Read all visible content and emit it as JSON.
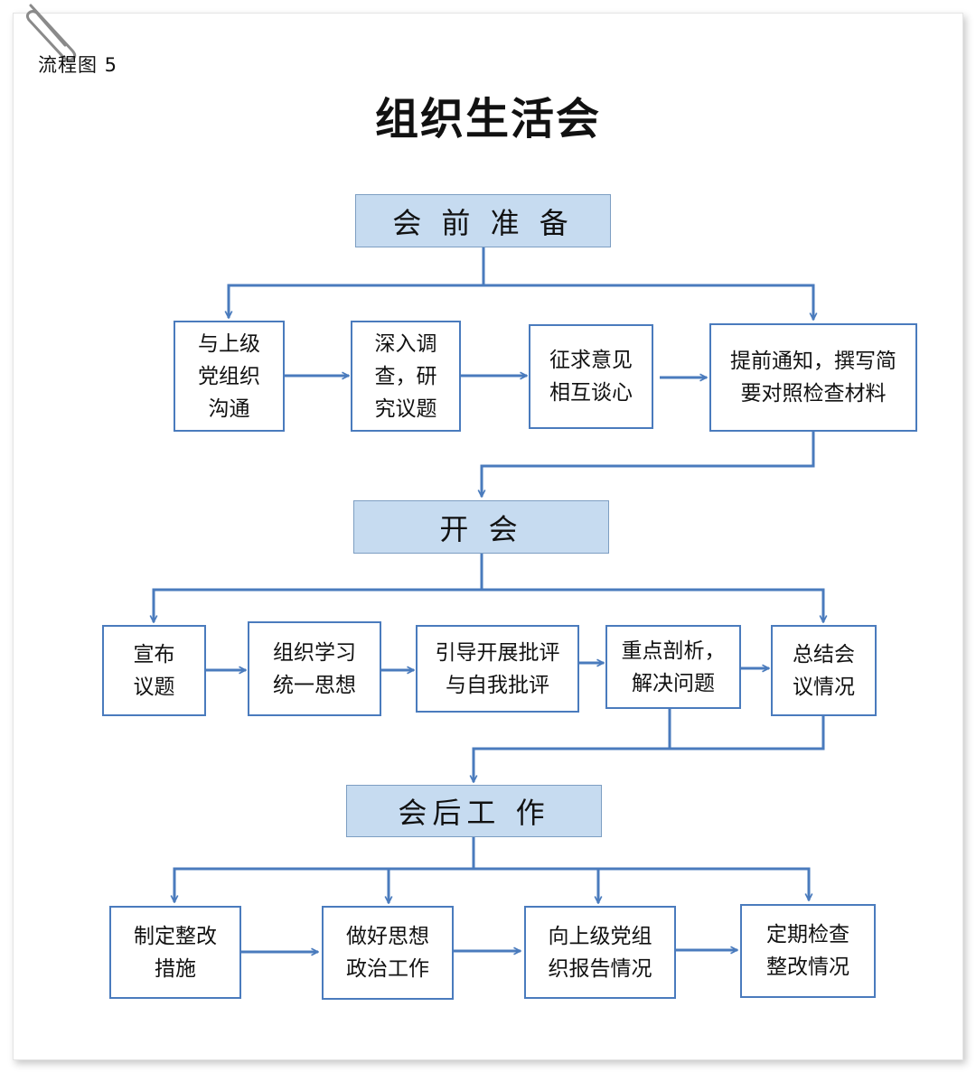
{
  "header": {
    "figure_label": "流程图 5",
    "title": "组织生活会"
  },
  "colors": {
    "line": "#4a7bbd",
    "stage_fill": "#c6dbf0",
    "stage_border": "#7d9ec2"
  },
  "sections": [
    {
      "title": "会 前 准 备",
      "steps": [
        "与上级\n党组织\n沟通",
        "深入调\n查，研\n究议题",
        "征求意见\n相互谈心",
        "提前通知，撰写简\n要对照检查材料"
      ]
    },
    {
      "title": "开 会",
      "steps": [
        "宣布\n议题",
        "组织学习\n统一思想",
        "引导开展批评\n与自我批评",
        "重点剖析，\n解决问题",
        "总结会\n议情况"
      ]
    },
    {
      "title": "会后工 作",
      "steps": [
        "制定整改\n措施",
        "做好思想\n政治工作",
        "向上级党组\n织报告情况",
        "定期检查\n整改情况"
      ]
    }
  ]
}
